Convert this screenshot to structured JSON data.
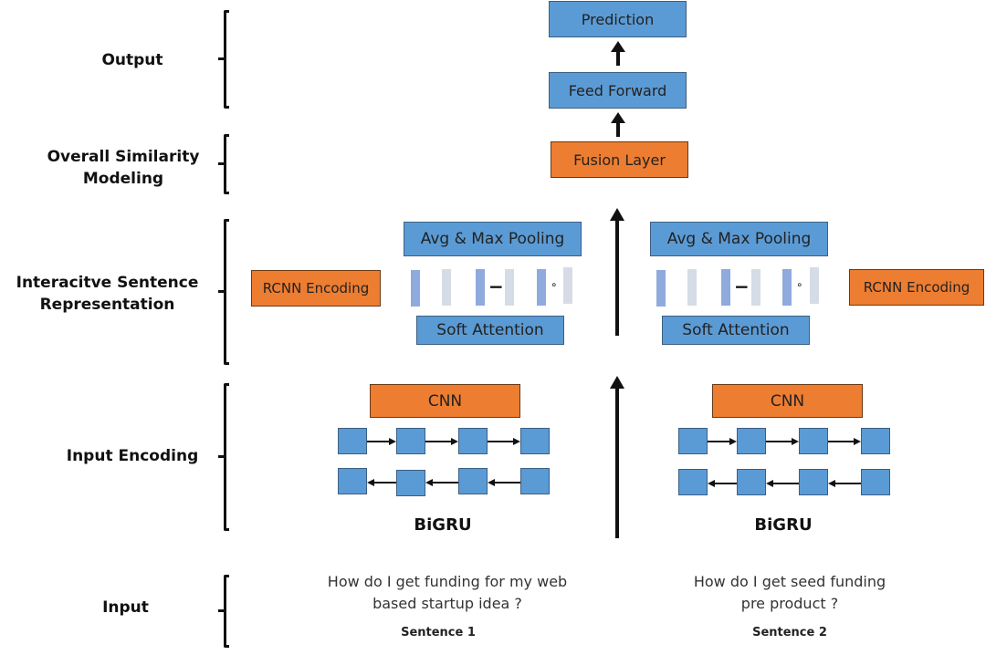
{
  "stages": [
    {
      "id": "output",
      "label": "Output"
    },
    {
      "id": "similarity",
      "label": "Overall Similarity Modeling"
    },
    {
      "id": "interactive",
      "label": "Interacitve Sentence Representation"
    },
    {
      "id": "encoding",
      "label": "Input Encoding"
    },
    {
      "id": "input",
      "label": "Input"
    }
  ],
  "output_stack": {
    "prediction": "Prediction",
    "feed_forward": "Feed Forward",
    "fusion": "Fusion Layer"
  },
  "left_branch": {
    "pooling": "Avg & Max Pooling",
    "attention": "Soft Attention",
    "rcnn": "RCNN Encoding",
    "cnn": "CNN",
    "bigru": "BiGRU",
    "op_minus": "−",
    "op_hadamard": "∘",
    "sentence_text_line1": "How do I get funding for my web",
    "sentence_text_line2": "based startup idea ?",
    "sentence_label": "Sentence 1"
  },
  "right_branch": {
    "pooling": "Avg & Max Pooling",
    "attention": "Soft Attention",
    "rcnn": "RCNN Encoding",
    "cnn": "CNN",
    "bigru": "BiGRU",
    "op_minus": "−",
    "op_hadamard": "∘",
    "sentence_text_line1": "How do I get seed funding",
    "sentence_text_line2": "pre product ?",
    "sentence_label": "Sentence 2"
  },
  "colors": {
    "blue_box": "#5b9bd5",
    "orange_box": "#ed7d31",
    "vector_dark": "#8faadc",
    "vector_light": "#d6dce5"
  }
}
